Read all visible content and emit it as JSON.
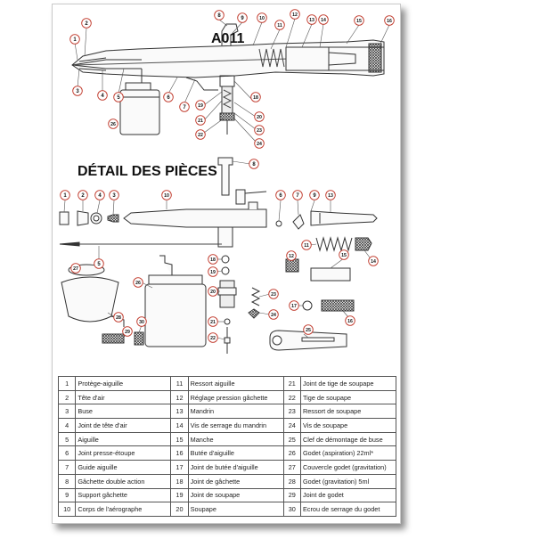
{
  "model": "A011",
  "detail_title": "DÉTAIL DES PIÈCES",
  "callouts": [
    "1",
    "2",
    "3",
    "4",
    "5",
    "6",
    "7",
    "8",
    "9",
    "10",
    "11",
    "12",
    "13",
    "14",
    "15",
    "16",
    "17",
    "18",
    "19",
    "20",
    "21",
    "22",
    "23",
    "24",
    "25",
    "26",
    "27",
    "28",
    "29",
    "30"
  ],
  "parts": [
    {
      "num": "1",
      "label": "Protège-aiguille"
    },
    {
      "num": "2",
      "label": "Tête d'air"
    },
    {
      "num": "3",
      "label": "Buse"
    },
    {
      "num": "4",
      "label": "Joint de tête d'air"
    },
    {
      "num": "5",
      "label": "Aiguille"
    },
    {
      "num": "6",
      "label": "Joint presse-étoupe"
    },
    {
      "num": "7",
      "label": "Guide aiguille"
    },
    {
      "num": "8",
      "label": "Gâchette double action"
    },
    {
      "num": "9",
      "label": "Support gâchette"
    },
    {
      "num": "10",
      "label": "Corps de l'aérographe"
    },
    {
      "num": "11",
      "label": "Ressort aiguille"
    },
    {
      "num": "12",
      "label": "Réglage pression gâchette"
    },
    {
      "num": "13",
      "label": "Mandrin"
    },
    {
      "num": "14",
      "label": "Vis de serrage du mandrin"
    },
    {
      "num": "15",
      "label": "Manche"
    },
    {
      "num": "16",
      "label": "Butée d'aiguille"
    },
    {
      "num": "17",
      "label": "Joint de butée d'aiguille"
    },
    {
      "num": "18",
      "label": "Joint de gâchette"
    },
    {
      "num": "19",
      "label": "Joint de soupape"
    },
    {
      "num": "20",
      "label": "Soupape"
    },
    {
      "num": "21",
      "label": "Joint de tige de soupape"
    },
    {
      "num": "22",
      "label": "Tige de soupape"
    },
    {
      "num": "23",
      "label": "Ressort de soupape"
    },
    {
      "num": "24",
      "label": "Vis de soupape"
    },
    {
      "num": "25",
      "label": "Clef de démontage de buse"
    },
    {
      "num": "26",
      "label": "Godet (aspiration) 22ml*"
    },
    {
      "num": "27",
      "label": "Couvercle godet (gravitation)"
    },
    {
      "num": "28",
      "label": "Godet (gravitation) 5ml"
    },
    {
      "num": "29",
      "label": "Joint de godet"
    },
    {
      "num": "30",
      "label": "Ecrou de serrage du godet"
    }
  ]
}
